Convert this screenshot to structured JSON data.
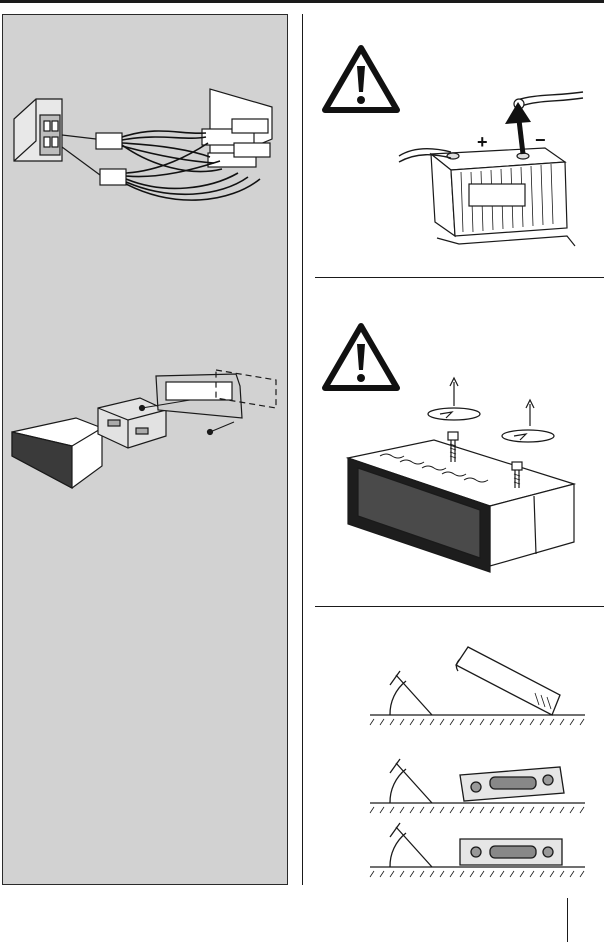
{
  "page": {
    "title": "",
    "page_number": ""
  },
  "figures": [
    {
      "id": "wiring",
      "description": "wiring-harness-illustration"
    },
    {
      "id": "mounting-frame",
      "description": "mounting-frame-assembly-illustration"
    },
    {
      "id": "battery-disconnect",
      "description": "battery-disconnect-warning-illustration"
    },
    {
      "id": "transport-screws",
      "description": "transport-screw-removal-warning-illustration"
    },
    {
      "id": "installation-angles",
      "description": "installation-angle-illustration"
    }
  ],
  "colors": {
    "panel": "#d2d2d2",
    "line": "#1a1a1a",
    "arrow": "#111111"
  }
}
